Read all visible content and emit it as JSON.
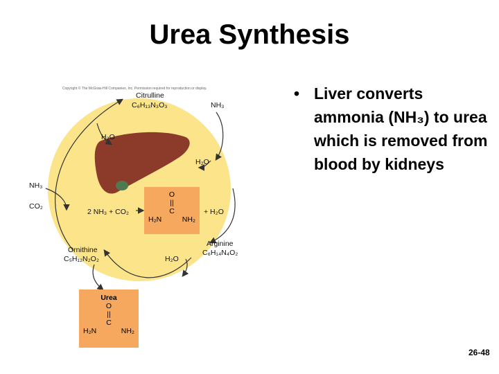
{
  "slide": {
    "title": "Urea Synthesis",
    "bullet": "Liver converts ammonia (NH₃) to urea which is removed from blood by kidneys",
    "page_number": "26-48"
  },
  "figure": {
    "copyright": "Copyright © The McGraw-Hill Companies, Inc. Permission required for reproduction or display.",
    "citrulline_name": "Citrulline",
    "citrulline_formula": "C₆H₁₃N₃O₃",
    "ornithine_name": "Ornithine",
    "ornithine_formula": "C₅H₁₂N₂O₂",
    "arginine_name": "Arginine",
    "arginine_formula": "C₆H₁₄N₄O₂",
    "nh3_top_right": "NH₃",
    "h2o_left": "H₂O",
    "h2o_right": "H₂O",
    "h2o_bottom": "H₂O",
    "nh3_left": "NH₃",
    "co2_left": "CO₂",
    "reactants": "2 NH₃ + CO₂",
    "plus_water": "+ H₂O",
    "urea_label": "Urea",
    "atom_o": "O",
    "double_bond": "||",
    "atom_c": "C",
    "h2n": "H₂N",
    "nh2": "NH₂",
    "colors": {
      "circle": "#fbe48a",
      "liver": "#8c3a2a",
      "gallbladder": "#4f7a4f",
      "box": "#f5a85e"
    }
  }
}
